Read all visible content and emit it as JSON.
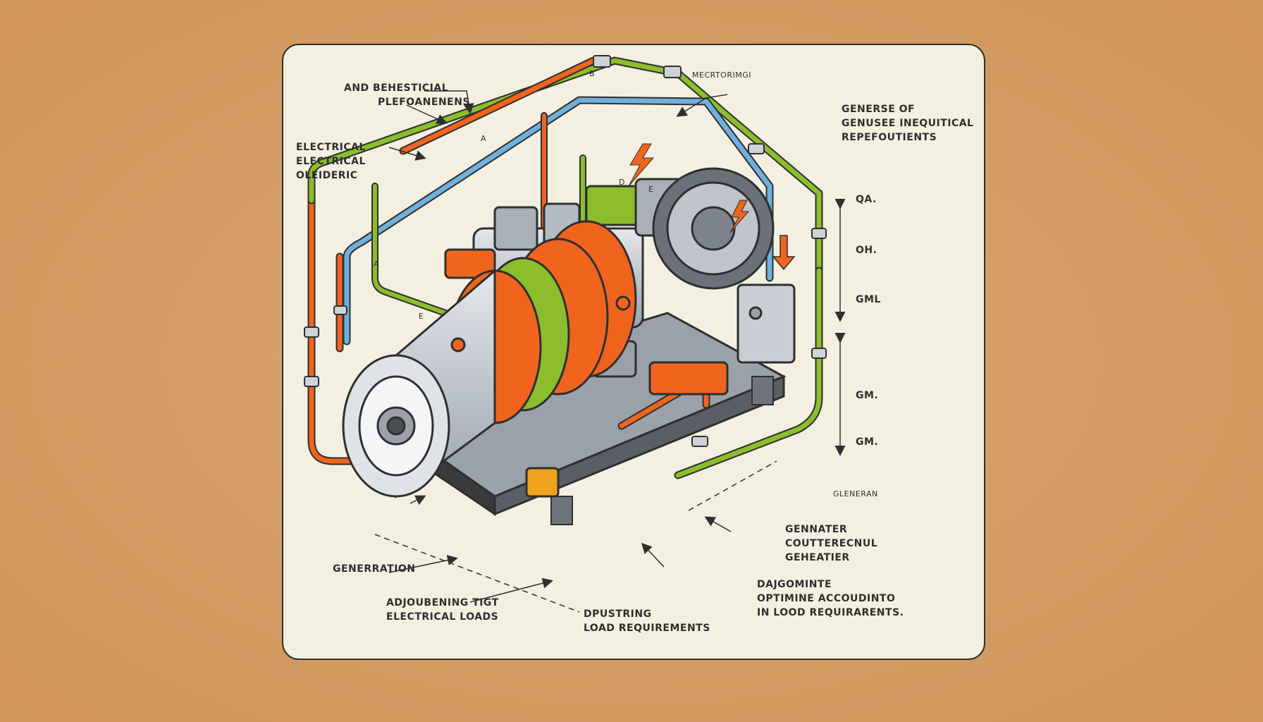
{
  "diagram": {
    "labels": {
      "top_left_1": "AND BEHESTICIAL",
      "top_left_2": "PLEFOANENENS",
      "top_small_b": "B",
      "top_small_a": "A",
      "top_center_small": "Mecrtorimgi",
      "left_1": "ELECTRICAL",
      "left_2": "ELECTRICAL",
      "left_3": "OLEIDERIC",
      "left_a": "A",
      "left_e": "E",
      "mid_d": "D",
      "mid_e": "E",
      "top_right_1": "GENERSE OF",
      "top_right_2": "GENUSEE INEQUITICAL",
      "top_right_3": "REPEFOUTIENTS",
      "right_qa": "QA.",
      "right_oh": "OH.",
      "right_gml": "GML",
      "right_gm1": "GM.",
      "right_gm2": "GM.",
      "right_small": "Gleneran",
      "bottom_right_1": "GENNATER",
      "bottom_right_2": "COUTTERECNUL",
      "bottom_right_3": "GEHEATIER",
      "bottom_left": "GENERRATION",
      "bottom_mid_1": "ADJOUBENING TIGT",
      "bottom_mid_2": "ELECTRICAL LOADS",
      "bottom_center_1": "DPUSTRING",
      "bottom_center_2": "LOAD REQUIREMENTS",
      "bottom_far_right_1": "DAJGOMINTE",
      "bottom_far_right_2": "OPTIMINE ACCOUDINTO",
      "bottom_far_right_3": "IN LOOD REQUIRARENTS."
    },
    "colors": {
      "background": "#d49c62",
      "card": "#f3f0e2",
      "pipe_orange": "#f0641e",
      "pipe_green": "#8cbd2c",
      "pipe_blue": "#6fb0dd",
      "metal": "#c7ccd3",
      "outline": "#2f2f2f",
      "spark": "#f0641e"
    },
    "icons": [
      "lightning-bolt-icon",
      "lightning-bolt-icon",
      "arrow-icon"
    ]
  }
}
